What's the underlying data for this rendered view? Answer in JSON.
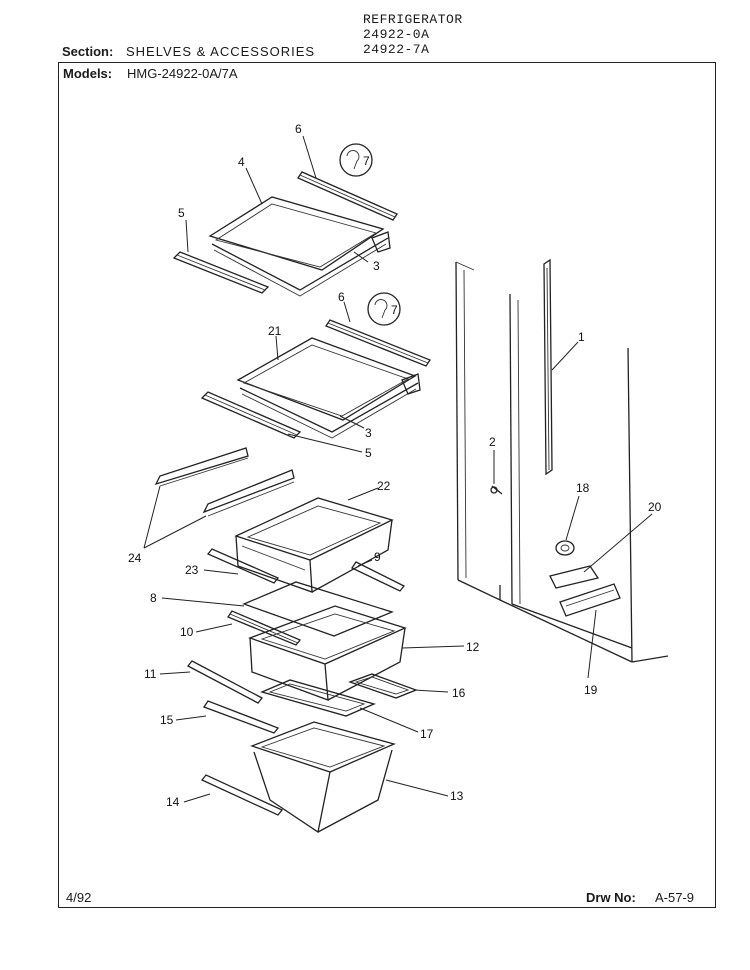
{
  "header": {
    "product": "REFRIGERATOR",
    "model_a": "24922-0A",
    "model_b": "24922-7A",
    "section_label": "Section:",
    "section_value": "SHELVES & ACCESSORIES",
    "models_label": "Models:",
    "models_value": "HMG-24922-0A/7A"
  },
  "footer": {
    "date": "4/92",
    "drawing_label": "Drw No:",
    "drawing_number": "A-57-9"
  },
  "refs": {
    "r7a": "7",
    "r7b": "7"
  },
  "callouts": {
    "c1": "1",
    "c2": "2",
    "c3a": "3",
    "c3b": "3",
    "c4": "4",
    "c5a": "5",
    "c5b": "5",
    "c6a": "6",
    "c6b": "6",
    "c8": "8",
    "c9": "9",
    "c10": "10",
    "c11": "11",
    "c12": "12",
    "c13": "13",
    "c14": "14",
    "c15": "15",
    "c16": "16",
    "c17": "17",
    "c18": "18",
    "c19": "19",
    "c20": "20",
    "c21": "21",
    "c22": "22",
    "c23": "23",
    "c24": "24"
  }
}
